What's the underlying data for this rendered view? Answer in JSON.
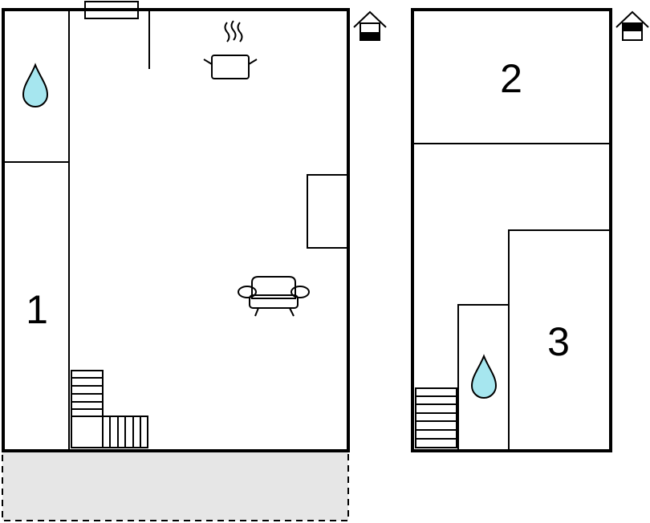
{
  "floorplan": {
    "rooms": [
      {
        "label": "1"
      },
      {
        "label": "2"
      },
      {
        "label": "3"
      }
    ],
    "icons": {
      "bathroom": "water-drop-icon",
      "kitchen": "cooking-pot-icon",
      "living": "sofa-icon",
      "floor_indicator": "house-floor-icon",
      "stairs": "stairs-icon"
    },
    "colors": {
      "water": "#a6e6ef",
      "terrace": "#e6e6e6",
      "walls": "#000000"
    }
  }
}
